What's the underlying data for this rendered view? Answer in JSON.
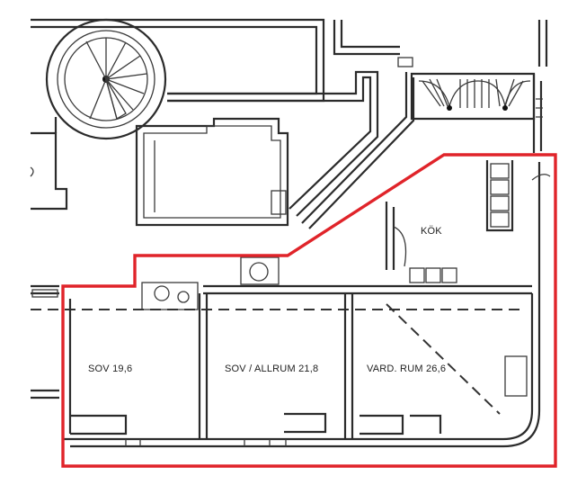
{
  "plan": {
    "rooms": [
      {
        "id": "sov",
        "label": "SOV 19,6"
      },
      {
        "id": "allrum",
        "label": "SOV / ALLRUM 21,8"
      },
      {
        "id": "vard",
        "label": "VARD. RUM 26,6"
      },
      {
        "id": "kok",
        "label": "KÖK"
      }
    ]
  },
  "colors": {
    "walls": "#2b2b2b",
    "highlight_outline": "#e0242a",
    "background": "#ffffff"
  }
}
